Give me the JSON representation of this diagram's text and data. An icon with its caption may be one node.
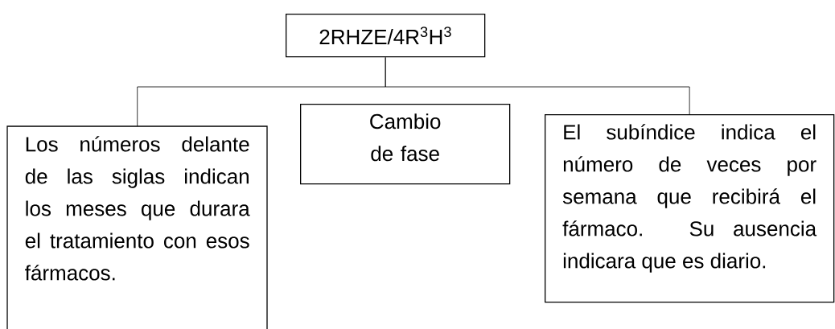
{
  "diagram": {
    "nodes": [
      {
        "text": [
          "2RHZE/4R$^{3}$H$^{3}$"
        ]
      },
      {
        "text": [
          "Los números delante de las siglas indican los meses que durara el tratamiento con esos fármacos."
        ]
      },
      {
        "text": [
          "Cambio de fase"
        ]
      },
      {
        "text": [
          "El subíndice indica el número de veces por semana que recibirá el fármaco. Su ausencia indicara que es diario."
        ]
      }
    ],
    "edges": [
      {
        "from": 0,
        "to": 1,
        "arrow": "none"
      },
      {
        "from": 0,
        "to": 3,
        "arrow": "none"
      }
    ]
  }
}
